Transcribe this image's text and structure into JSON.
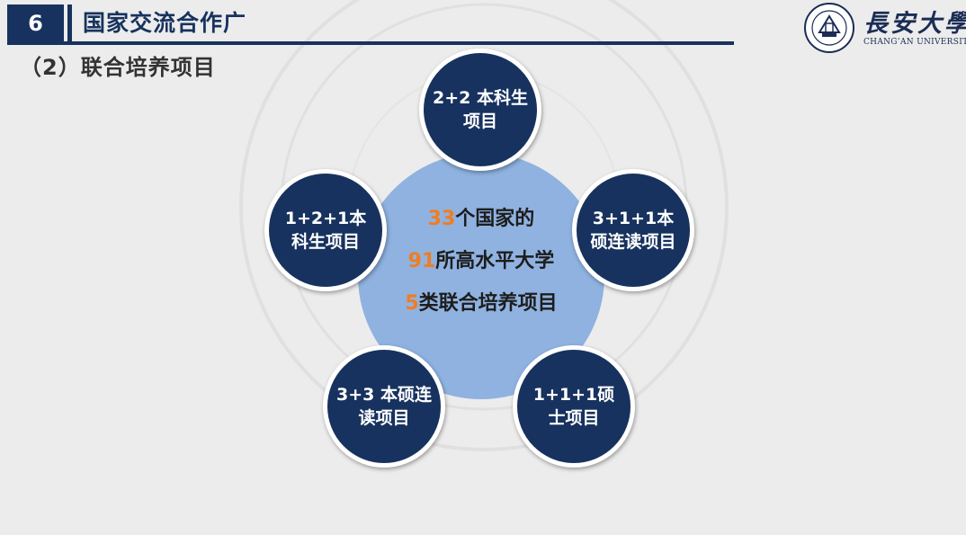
{
  "header": {
    "section_number": "6",
    "section_title": "国家交流合作广"
  },
  "subtitle": "（2）联合培养项目",
  "logo": {
    "chinese_name": "長安大學",
    "english_name": "CHANG’AN UNIVERSITY"
  },
  "center": {
    "line1": {
      "highlight": "33",
      "text": "个国家的"
    },
    "line2": {
      "highlight": "91",
      "text": "所高水平大学"
    },
    "line3": {
      "highlight": "5",
      "text": "类联合培养项目"
    }
  },
  "programs": [
    {
      "label": "2+2 本科生项目"
    },
    {
      "label": "3+1+1本硕连读项目"
    },
    {
      "label": "1+1+1硕士项目"
    },
    {
      "label": "3+3 本硕连读项目"
    },
    {
      "label": "1+2+1本科生项目"
    }
  ],
  "colors": {
    "navy": "#17325e",
    "light_blue": "#8fb2e0",
    "orange": "#ef7d22",
    "background": "#ececec"
  }
}
